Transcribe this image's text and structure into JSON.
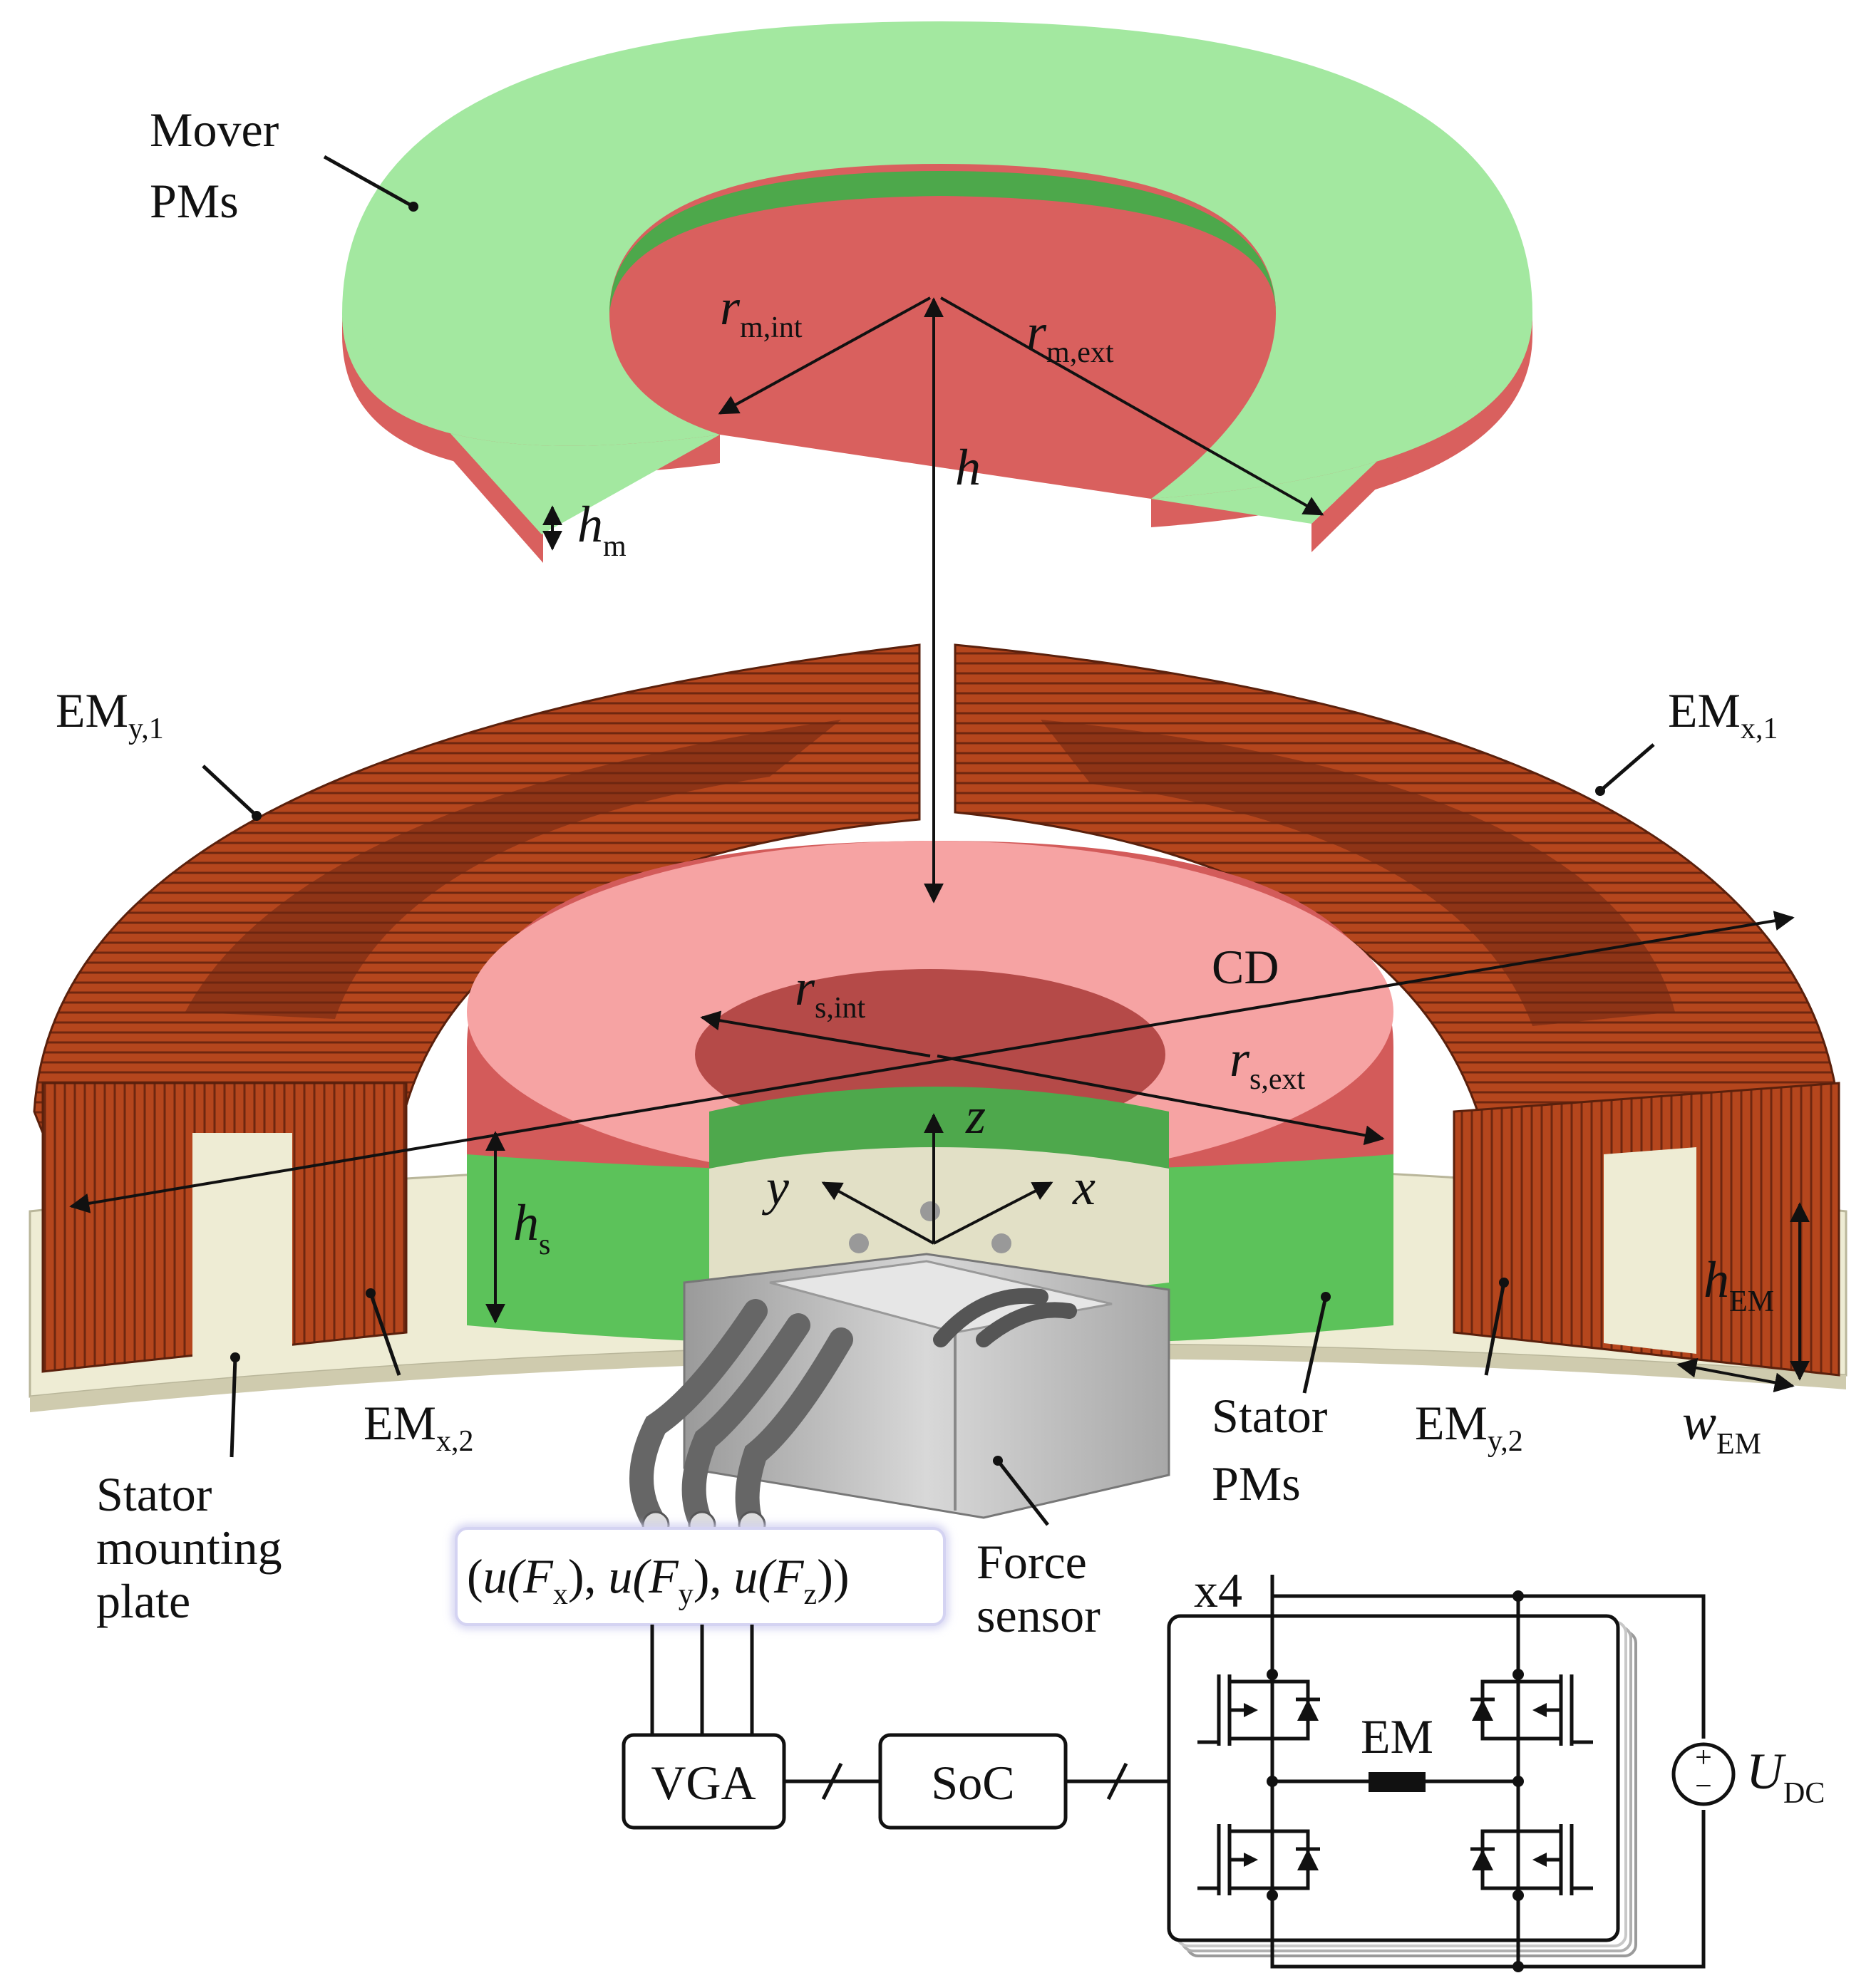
{
  "labels": {
    "mover_pms_l1": "Mover",
    "mover_pms_l2": "PMs",
    "em_y1": "EM",
    "em_y1_sub": "y,1",
    "em_x1": "EM",
    "em_x1_sub": "x,1",
    "em_x2": "EM",
    "em_x2_sub": "x,2",
    "em_y2": "EM",
    "em_y2_sub": "y,2",
    "cd": "CD",
    "stator_plate_l1": "Stator",
    "stator_plate_l2": "mounting",
    "stator_plate_l3": "plate",
    "stator_pms_l1": "Stator",
    "stator_pms_l2": "PMs",
    "force_sensor_l1": "Force",
    "force_sensor_l2": "sensor",
    "x4": "x4"
  },
  "dimensions": {
    "r_m_int": "r",
    "r_m_int_sub": "m,int",
    "r_m_ext": "r",
    "r_m_ext_sub": "m,ext",
    "h": "h",
    "h_m": "h",
    "h_m_sub": "m",
    "r_s_int": "r",
    "r_s_int_sub": "s,int",
    "r_s_ext": "r",
    "r_s_ext_sub": "s,ext",
    "h_s": "h",
    "h_s_sub": "s",
    "h_em": "h",
    "h_em_sub": "EM",
    "w_em": "w",
    "w_em_sub": "EM"
  },
  "axes": {
    "x": "x",
    "y": "y",
    "z": "z"
  },
  "signals": {
    "open": "(",
    "u1": "u",
    "F1": "(F",
    "F1_sub": "x",
    "c1": "), ",
    "u2": "u",
    "F2": "(F",
    "F2_sub": "y",
    "c2": "), ",
    "u3": "u",
    "F3": "(F",
    "F3_sub": "z",
    "c3": "))"
  },
  "blocks": {
    "vga": "VGA",
    "soc": "SoC",
    "em": "EM"
  },
  "supply": {
    "u": "U",
    "u_sub": "DC",
    "plus": "+",
    "minus": "−"
  },
  "colors": {
    "mover_top": "#a3e8a0",
    "mover_bottom": "#d9605e",
    "stator_pm_red": "#f4a0a0",
    "stator_pm_green": "#5cc25a",
    "coil": "#b3471e",
    "plate": "#eeecd4",
    "sensor": "#c8c8c8"
  }
}
